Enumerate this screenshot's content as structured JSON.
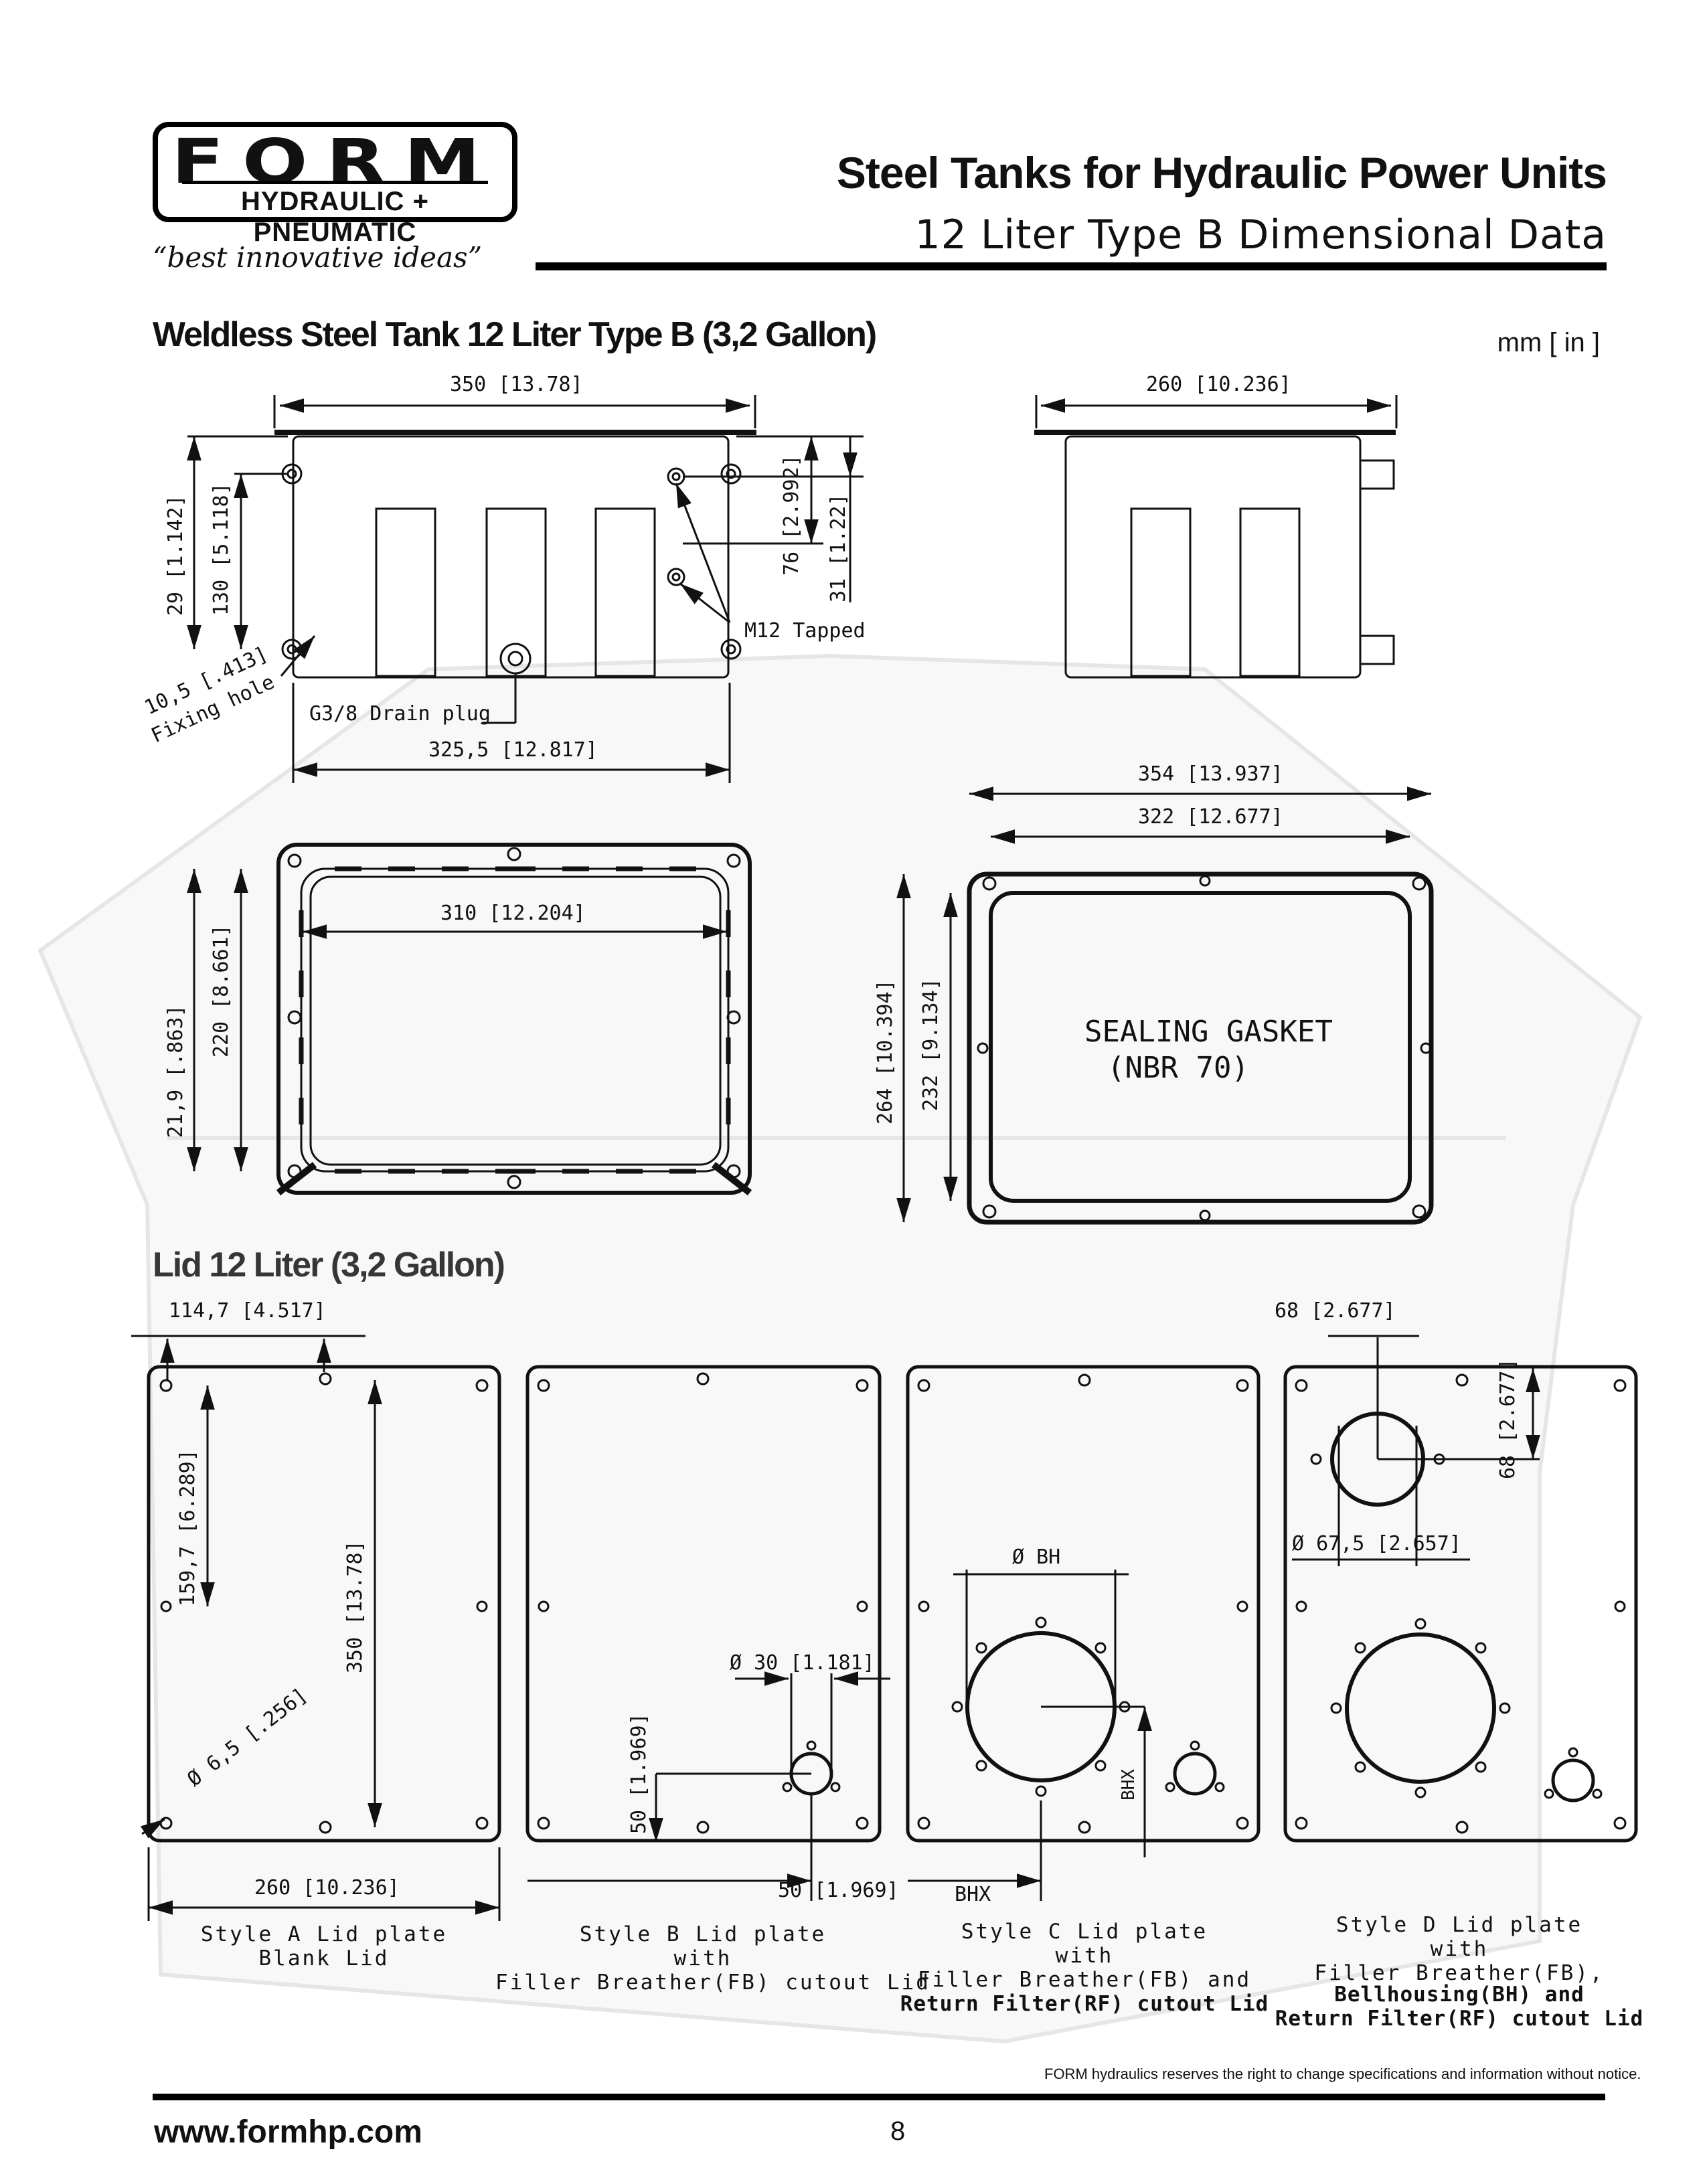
{
  "header": {
    "logo_main": "FORM",
    "logo_sub": "HYDRAULIC + PNEUMATIC",
    "tagline": "“best innovative ideas”",
    "title": "Steel Tanks for Hydraulic Power Units",
    "subtitle": "12 Liter Type B Dimensional Data"
  },
  "sections": {
    "tank_title": "Weldless Steel Tank 12 Liter  Type B (3,2 Gallon)",
    "units": "mm [ in ]",
    "lid_title": "Lid 12 Liter (3,2 Gallon)"
  },
  "tank_dims": {
    "width_front": "350 [13.78]",
    "width_side": "260 [10.236]",
    "h29": "29 [1.142]",
    "h130": "130 [5.118]",
    "h76": "76 [2.992]",
    "h31": "31 [1.22]",
    "m12": "M12 Tapped",
    "fixing_hole": "10,5 [.413]",
    "fixing_hole_label": "Fixing hole",
    "drain_plug": "G3/8 Drain plug",
    "width_325": "325,5 [12.817]",
    "w354": "354 [13.937]",
    "w322": "322 [12.677]",
    "w310": "310 [12.204]",
    "h220": "220 [8.661]",
    "h21": "21,9 [.863]",
    "h264": "264 [10.394]",
    "h232": "232 [9.134]",
    "gasket_line1": "SEALING GASKET",
    "gasket_line2": "(NBR 70)"
  },
  "lid_dims": {
    "d114": "114,7 [4.517]",
    "d159": "159,7 [6.289]",
    "d350": "350 [13.78]",
    "d65": "Ø 6,5 [.256]",
    "d260": "260 [10.236]",
    "d30": "Ø 30 [1.181]",
    "d50v": "50 [1.969]",
    "d50h": "50 [1.969]",
    "bh": "Ø BH",
    "bhx_v": "BHX",
    "bhx_h": "BHX",
    "d68h": "68 [2.677]",
    "d68v": "68 [2.677]",
    "d675": "Ø 67,5 [2.657]"
  },
  "lid_styles": {
    "a": "Style A Lid plate\nBlank Lid",
    "b": "Style B Lid plate\nwith\nFiller Breather(FB) cutout Lid",
    "c_top": "Style C Lid plate\nwith\nFiller Breather(FB) and",
    "c_bold": "Return Filter(RF) cutout Lid",
    "d_top": "Style D Lid plate\nwith\nFiller Breather(FB),",
    "d_bold": "Bellhousing(BH) and\nReturn Filter(RF) cutout Lid"
  },
  "footer": {
    "disclaimer": "FORM hydraulics reserves the right to change specifications and information without notice.",
    "website": "www.formhp.com",
    "page": "8"
  }
}
